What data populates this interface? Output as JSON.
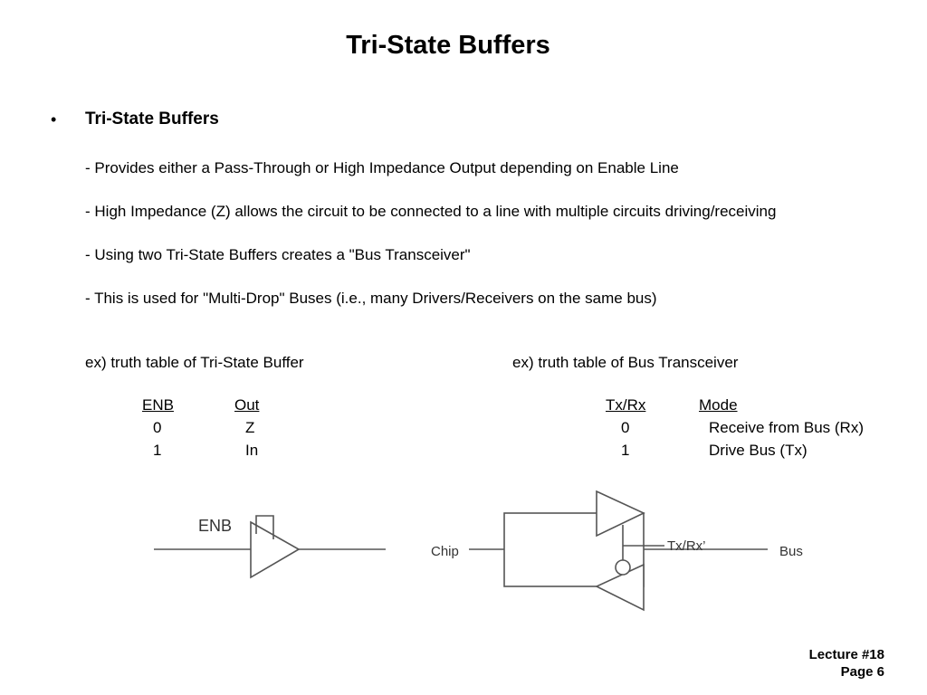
{
  "slide": {
    "title": "Tri-State Buffers",
    "bullet": {
      "marker": "•",
      "heading": "Tri-State Buffers",
      "lines": [
        "- Provides either a Pass-Through or High Impedance Output depending on Enable Line",
        "- High Impedance (Z) allows the circuit to be connected to a line with multiple circuits driving/receiving",
        "- Using two Tri-State Buffers creates a \"Bus Transceiver\"",
        "- This is used for \"Multi-Drop\" Buses (i.e., many Drivers/Receivers on the same bus)"
      ]
    },
    "buffer_table": {
      "caption": "ex) truth table of Tri-State Buffer",
      "headers": [
        "ENB ",
        "Out "
      ],
      "rows": [
        [
          "0",
          "Z"
        ],
        [
          "1",
          "In"
        ]
      ]
    },
    "transceiver_table": {
      "caption": "ex) truth table of Bus Transceiver",
      "headers": [
        "Tx/Rx",
        "Mode"
      ],
      "rows": [
        [
          "0",
          "Receive from Bus (Rx)"
        ],
        [
          "1",
          "Drive Bus (Tx)"
        ]
      ]
    },
    "diagram_buffer": {
      "enable_label": "ENB"
    },
    "diagram_transceiver": {
      "left_label": "Chip",
      "control_label": "Tx/Rx’",
      "right_label": "Bus"
    },
    "footer": {
      "lecture": "Lecture #18",
      "page": "Page 6"
    }
  }
}
